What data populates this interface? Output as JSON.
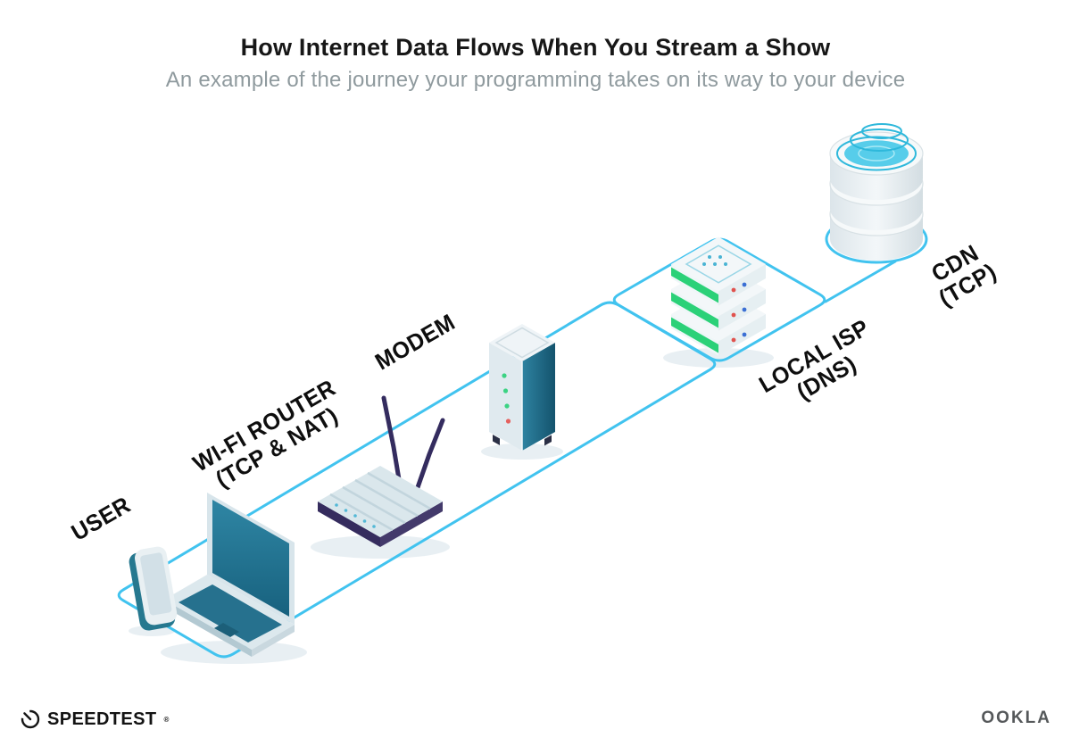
{
  "header": {
    "title": "How Internet Data Flows When You Stream a Show",
    "subtitle": "An example of the journey your programming takes on its way to your device"
  },
  "diagram": {
    "nodes": [
      {
        "id": "user",
        "label": "USER"
      },
      {
        "id": "wifi-router",
        "label": "WI-FI ROUTER",
        "sublabel": "(TCP & NAT)"
      },
      {
        "id": "modem",
        "label": "MODEM"
      },
      {
        "id": "local-isp",
        "label": "LOCAL ISP",
        "sublabel": "(DNS)"
      },
      {
        "id": "cdn",
        "label": "CDN",
        "sublabel": "(TCP)"
      }
    ]
  },
  "footer": {
    "speedtest": "SPEEDTEST",
    "registered_mark": "®",
    "ookla": "OOKLA"
  },
  "colors": {
    "connection_line": "#41C3EF",
    "device_teal": "#1E6C8A",
    "device_light": "#D9E6EC",
    "router_base_navy": "#362E60",
    "server_stripe_green": "#2BD178",
    "led_green": "#3BD383",
    "led_red": "#E5615E",
    "dot_blue": "#3B6FD4",
    "cdn_cyan": "#57CDEA",
    "title_color": "#171717",
    "subtitle_color": "#8F9A9E"
  }
}
